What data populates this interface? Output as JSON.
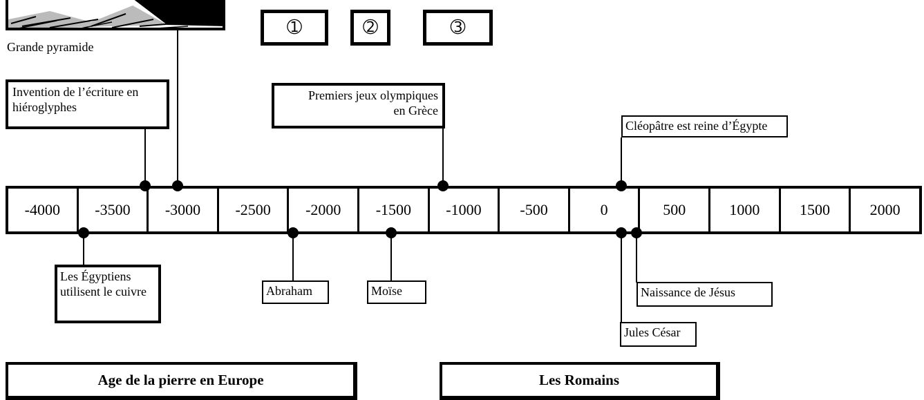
{
  "labels_top": {
    "pyramid_caption": "Grande pyramide",
    "writing": "Invention de l’écriture en hiéroglyphes",
    "olympics_line1": "Premiers jeux olympiques",
    "olympics_line2": "en Grèce",
    "cleopatra": "Cléopâtre est reine d’Égypte"
  },
  "markers": [
    "➀",
    "➁",
    "➂"
  ],
  "timeline": [
    "-4000",
    "-3500",
    "-3000",
    "-2500",
    "-2000",
    "-1500",
    "-1000",
    "-500",
    "0",
    "500",
    "1000",
    "1500",
    "2000"
  ],
  "labels_bottom": {
    "copper": "Les Égyptiens utilisent le cuivre",
    "abraham": "Abraham",
    "moses": "Moïse",
    "jesus": "Naissance de Jésus",
    "caesar": "Jules César"
  },
  "periods": {
    "stone_age": "Age de la pierre en Europe",
    "romans": "Les Romains"
  }
}
